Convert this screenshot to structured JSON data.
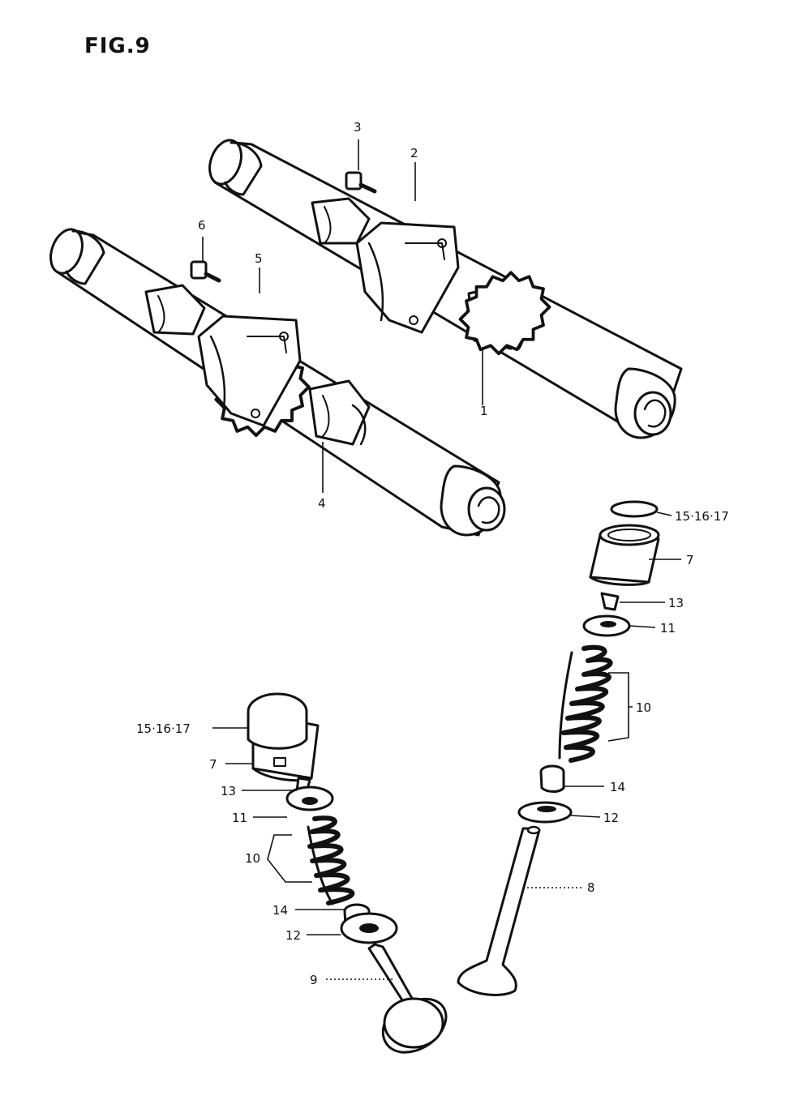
{
  "figure": {
    "title": "FIG.9"
  },
  "colors": {
    "ink": "#111111",
    "paper": "#ffffff"
  },
  "callouts": [
    {
      "id": "c1",
      "text": "1"
    },
    {
      "id": "c2",
      "text": "2"
    },
    {
      "id": "c3",
      "text": "3"
    },
    {
      "id": "c4",
      "text": "4"
    },
    {
      "id": "c5",
      "text": "5"
    },
    {
      "id": "c6",
      "text": "6"
    },
    {
      "id": "c7a",
      "text": "7"
    },
    {
      "id": "c7b",
      "text": "7"
    },
    {
      "id": "c8",
      "text": "8"
    },
    {
      "id": "c9",
      "text": "9"
    },
    {
      "id": "c10a",
      "text": "10"
    },
    {
      "id": "c10b",
      "text": "10"
    },
    {
      "id": "c11a",
      "text": "11"
    },
    {
      "id": "c11b",
      "text": "11"
    },
    {
      "id": "c12a",
      "text": "12"
    },
    {
      "id": "c12b",
      "text": "12"
    },
    {
      "id": "c13a",
      "text": "13"
    },
    {
      "id": "c13b",
      "text": "13"
    },
    {
      "id": "c14a",
      "text": "14"
    },
    {
      "id": "c14b",
      "text": "14"
    },
    {
      "id": "c151617a",
      "text": "15·16·17"
    },
    {
      "id": "c151617b",
      "text": "15·16·17"
    }
  ]
}
